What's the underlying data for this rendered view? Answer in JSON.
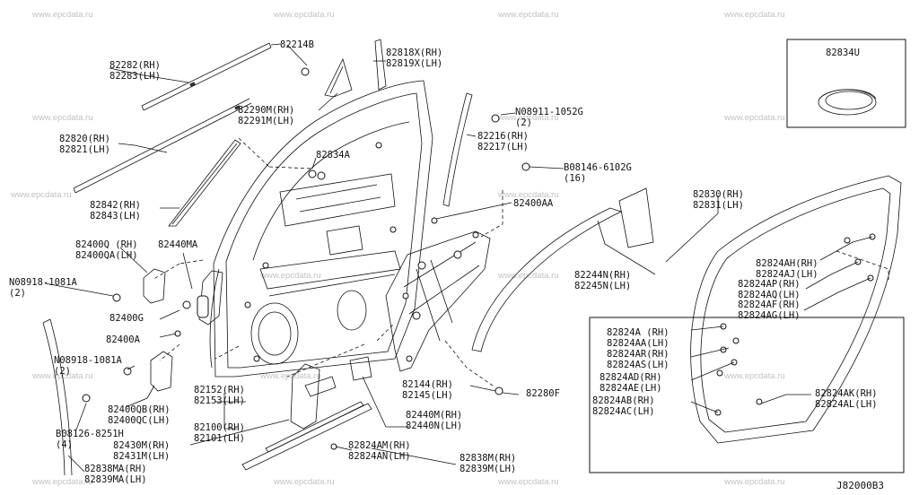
{
  "watermark": "www.epcdata.ru",
  "reference": "J82000B3",
  "callouts": [
    {
      "key": "c82214b",
      "lines": [
        "82214B"
      ]
    },
    {
      "key": "c82282",
      "lines": [
        "82282(RH)",
        "82283(LH)"
      ]
    },
    {
      "key": "c82818",
      "lines": [
        "82818X(RH)",
        "82819X(LH)"
      ]
    },
    {
      "key": "c82290",
      "lines": [
        "82290M(RH)",
        "82291M(LH)"
      ]
    },
    {
      "key": "c08911",
      "lines": [
        "N08911-1052G",
        "(2)"
      ]
    },
    {
      "key": "c82820",
      "lines": [
        "82820(RH)",
        "82821(LH)"
      ]
    },
    {
      "key": "c82216",
      "lines": [
        "82216(RH)",
        "82217(LH)"
      ]
    },
    {
      "key": "c82834a",
      "lines": [
        "82834A"
      ]
    },
    {
      "key": "c08146",
      "lines": [
        "B08146-6102G",
        "(16)"
      ]
    },
    {
      "key": "c82842",
      "lines": [
        "82842(RH)",
        "82843(LH)"
      ]
    },
    {
      "key": "c82400aa",
      "lines": [
        "82400AA"
      ]
    },
    {
      "key": "c82830",
      "lines": [
        "82830(RH)",
        "82831(LH)"
      ]
    },
    {
      "key": "c82400q",
      "lines": [
        "82400Q (RH)",
        "82400QA(LH)"
      ]
    },
    {
      "key": "c82440ma",
      "lines": [
        "82440MA"
      ]
    },
    {
      "key": "c08918a",
      "lines": [
        "N08918-1081A",
        "(2)"
      ]
    },
    {
      "key": "c82400g",
      "lines": [
        "82400G"
      ]
    },
    {
      "key": "c82244",
      "lines": [
        "82244N(RH)",
        "82245N(LH)"
      ]
    },
    {
      "key": "c82824ah",
      "lines": [
        "82824AH(RH)",
        "82824AJ(LH)"
      ]
    },
    {
      "key": "c82824ap",
      "lines": [
        "82824AP(RH)",
        "82824AQ(LH)"
      ]
    },
    {
      "key": "c82824af",
      "lines": [
        "82824AF(RH)",
        "82824AG(LH)"
      ]
    },
    {
      "key": "c82400a",
      "lines": [
        "82400A"
      ]
    },
    {
      "key": "c82824a",
      "lines": [
        "82824A (RH)",
        "82824AA(LH)"
      ]
    },
    {
      "key": "c82824ar",
      "lines": [
        "82824AR(RH)",
        "82824AS(LH)"
      ]
    },
    {
      "key": "c08918b",
      "lines": [
        "N08918-1081A",
        "(2)"
      ]
    },
    {
      "key": "c82824ad",
      "lines": [
        "82824AD(RH)",
        "82824AE(LH)"
      ]
    },
    {
      "key": "c82144",
      "lines": [
        "82144(RH)",
        "82145(LH)"
      ]
    },
    {
      "key": "c82280f",
      "lines": [
        "82280F"
      ]
    },
    {
      "key": "c82152",
      "lines": [
        "82152(RH)",
        "82153(LH)"
      ]
    },
    {
      "key": "c82824ab",
      "lines": [
        "82824AB(RH)",
        "82824AC(LH)"
      ]
    },
    {
      "key": "c82824ak",
      "lines": [
        "82824AK(RH)",
        "82824AL(LH)"
      ]
    },
    {
      "key": "c82400qb",
      "lines": [
        "82400QB(RH)",
        "82400QC(LH)"
      ]
    },
    {
      "key": "c82440m",
      "lines": [
        "82440M(RH)",
        "82440N(LH)"
      ]
    },
    {
      "key": "c82100",
      "lines": [
        "82100(RH)",
        "82101(LH)"
      ]
    },
    {
      "key": "c08126",
      "lines": [
        "B08126-8251H",
        "(4)"
      ]
    },
    {
      "key": "c82430",
      "lines": [
        "82430M(RH)",
        "82431M(LH)"
      ]
    },
    {
      "key": "c82824am",
      "lines": [
        "82824AM(RH)",
        "82824AN(LH)"
      ]
    },
    {
      "key": "c82838m",
      "lines": [
        "82838M(RH)",
        "82839M(LH)"
      ]
    },
    {
      "key": "c82838ma",
      "lines": [
        "82838MA(RH)",
        "82839MA(LH)"
      ]
    },
    {
      "key": "c82834u",
      "lines": [
        "82834U"
      ]
    }
  ]
}
